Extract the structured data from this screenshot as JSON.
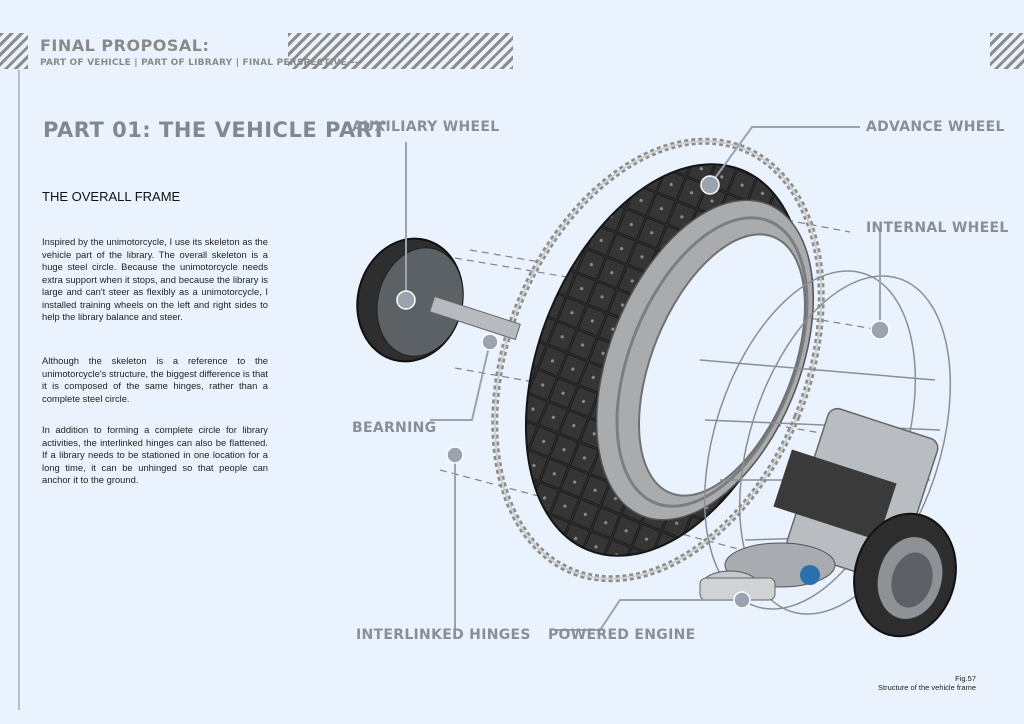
{
  "header": {
    "title": "FINAL PROPOSAL:",
    "subtitle": "PART OF VEHICLE | PART OF LIBRARY | FINAL PERSPECTIVE----"
  },
  "part_title": "PART 01: THE VEHICLE PART",
  "section_title": "THE OVERALL FRAME",
  "paragraphs": [
    "Inspired by the unimotorcycle, I use its skeleton as the vehicle part of the library. The overall skeleton is a huge steel circle. Because the unimotorcycle needs extra support when it stops, and because the library is large and can't steer as flexibly as a unimotorcycle, I installed training wheels on the left and right sides to help the library balance and steer.",
    "Although the skeleton is a reference to the unimotorcycle's structure, the biggest difference is that it is composed of the same hinges, rather than a complete steel circle.",
    "In addition to forming a complete circle for library activities, the interlinked hinges can also be flattened. If a library needs to be stationed in one location for a long time, it can be unhinged so that people can anchor it to the ground."
  ],
  "labels": {
    "auxiliary_wheel": "AUXILIARY WHEEL",
    "advance_wheel": "ADVANCE WHEEL",
    "internal_wheel": "INTERNAL WHEEL",
    "bearning": "BEARNING",
    "interlinked_hinges": "INTERLINKED HINGES",
    "powered_engine": "POWERED ENGINE"
  },
  "figure": {
    "number": "Fig.57",
    "caption": "Structure of the vehicle frame"
  },
  "colors": {
    "background": "#eaf3fd",
    "label_gray": "#8b8f95",
    "wheel_dark": "#2b2b2b",
    "callout_dot": "#9aa4af"
  }
}
